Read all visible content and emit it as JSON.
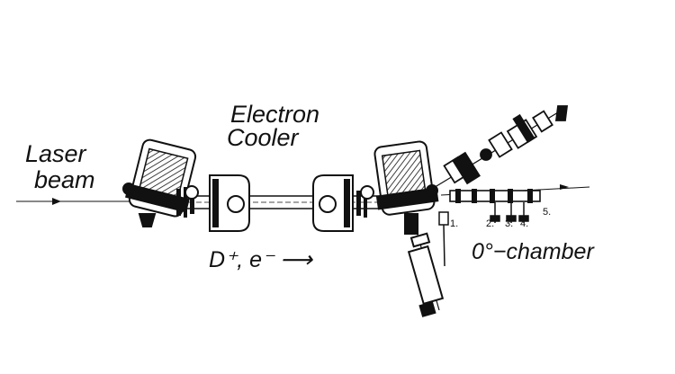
{
  "labels": {
    "laser_line1": "Laser",
    "laser_line2": "beam",
    "cooler_line1": "Electron",
    "cooler_line2": "Cooler",
    "beam_particles": "D⁺, e⁻ ⟶",
    "zero_chamber": "0°−chamber"
  },
  "ports": [
    "1.",
    "2.",
    "3.",
    "4.",
    "5."
  ],
  "colors": {
    "ink": "#111111",
    "background": "#ffffff"
  }
}
